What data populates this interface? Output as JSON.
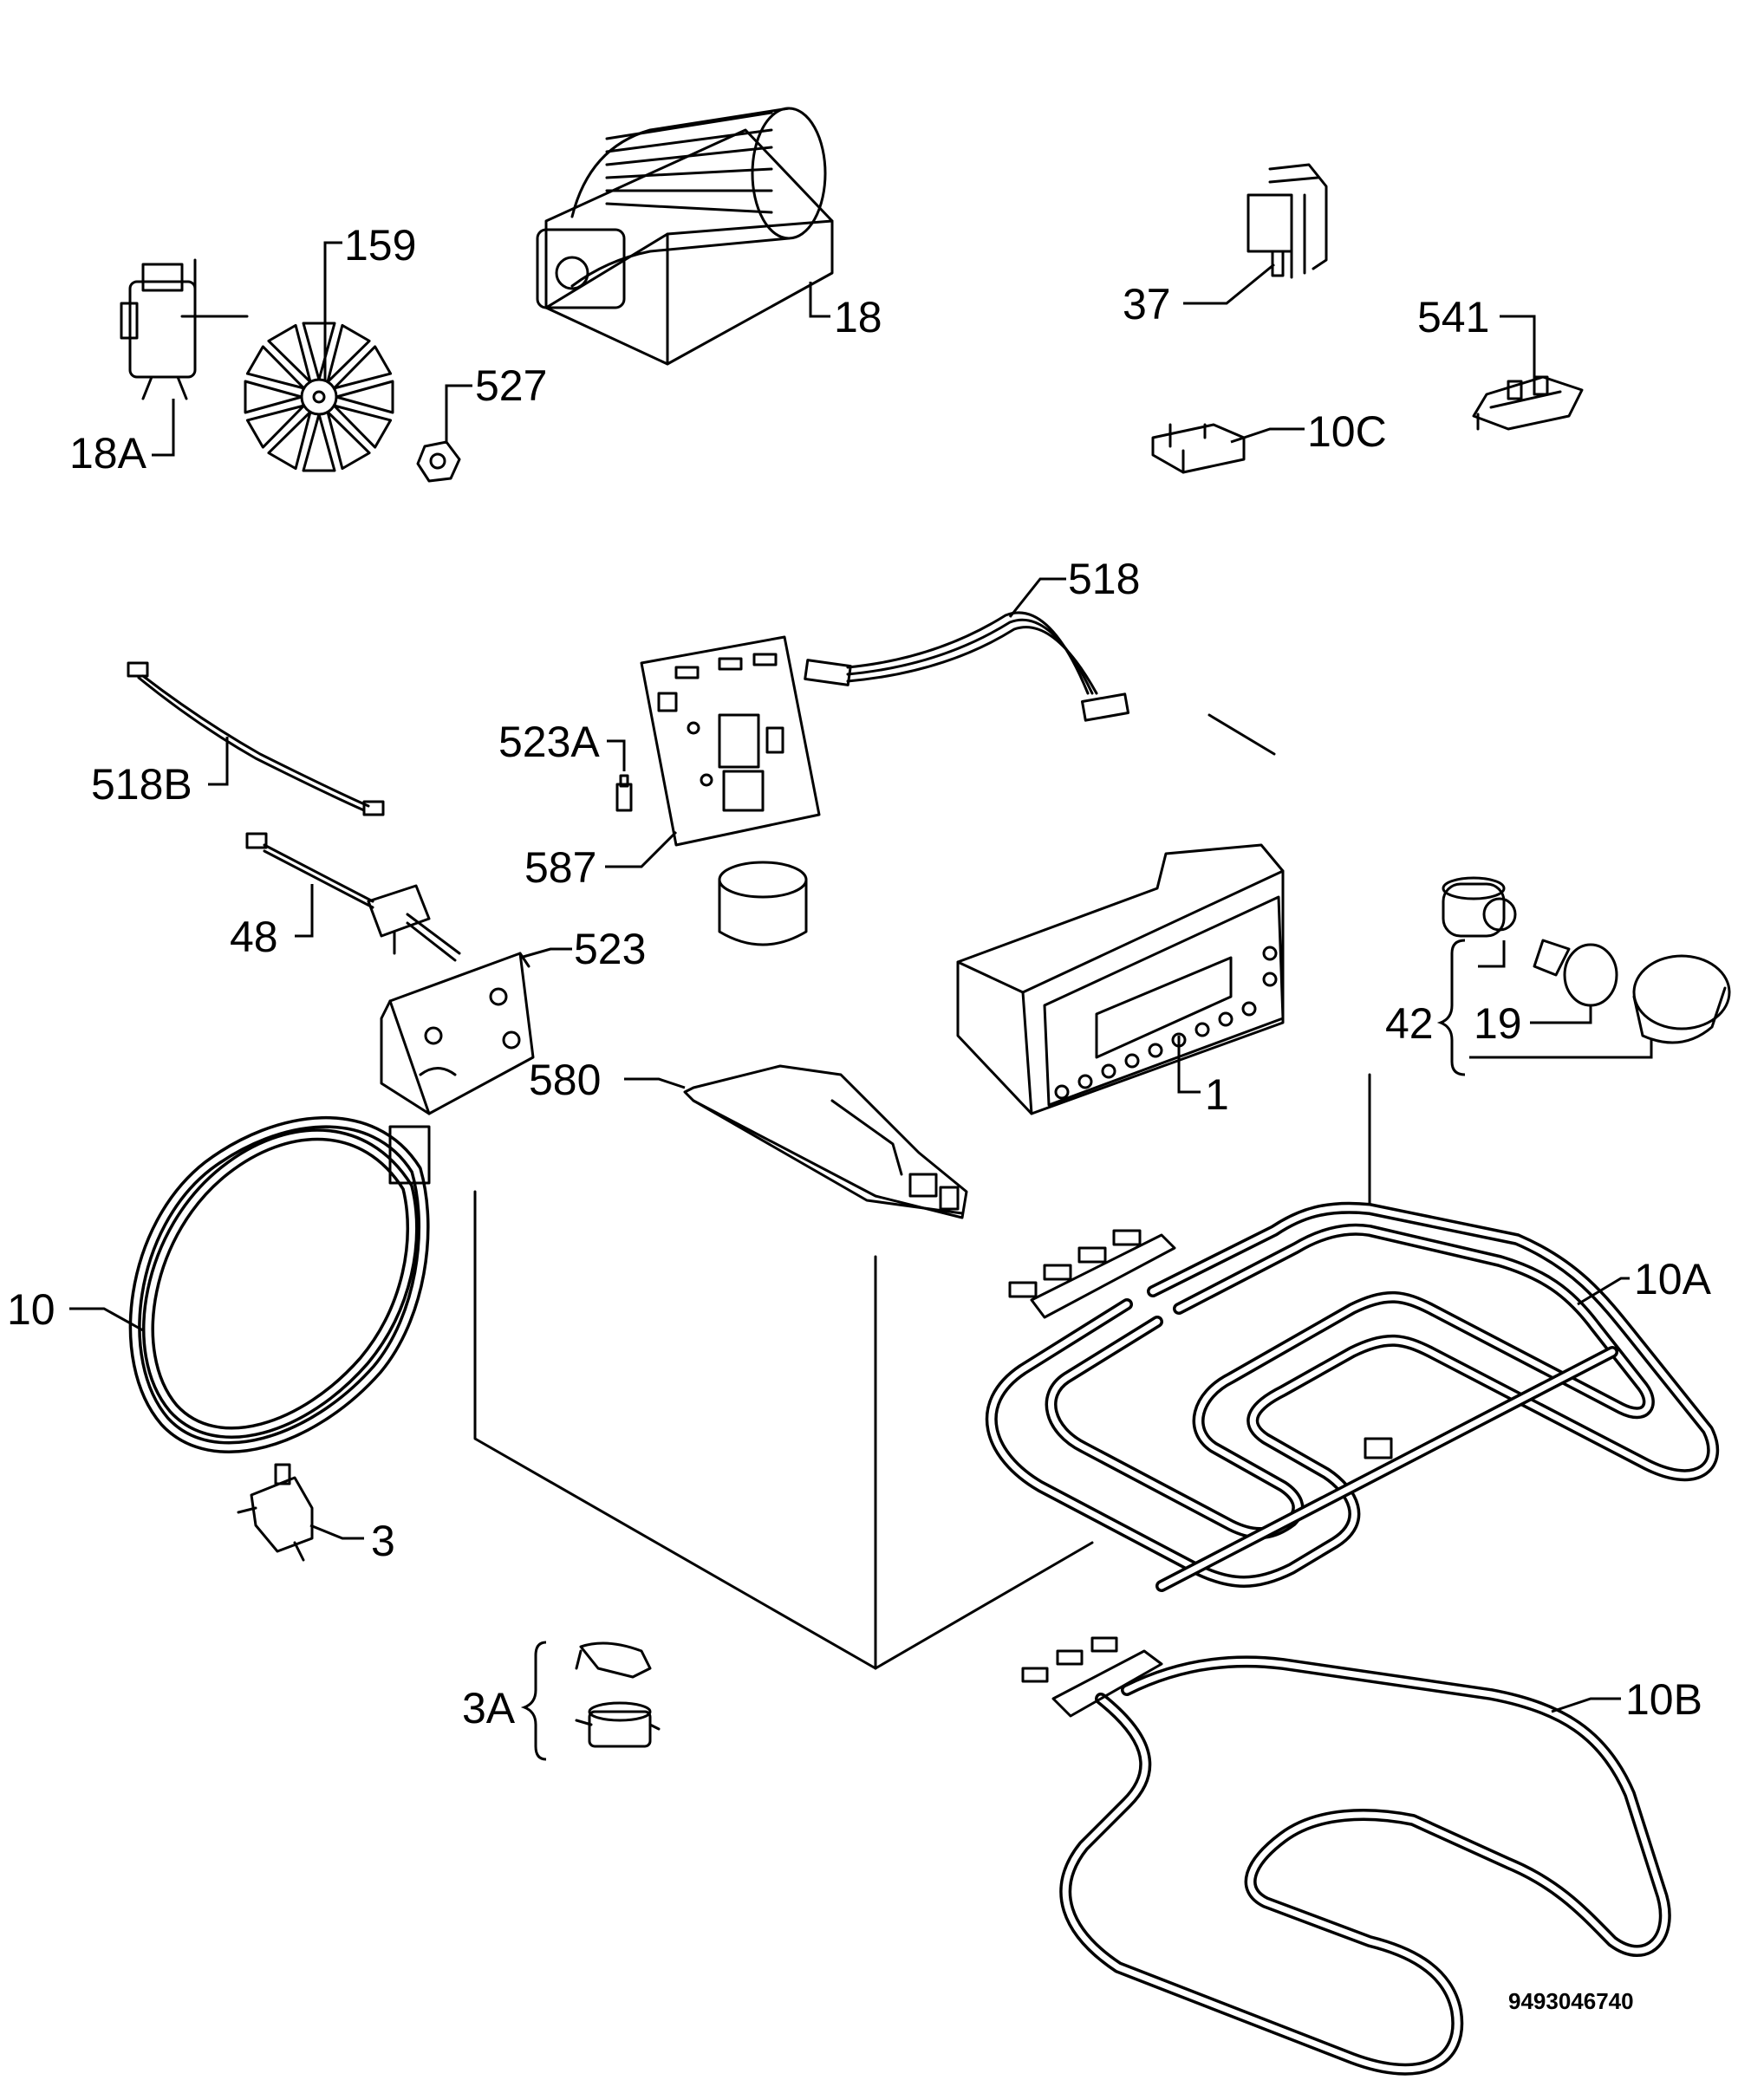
{
  "callouts": {
    "c18a": "18A",
    "c159": "159",
    "c18": "18",
    "c527": "527",
    "c37": "37",
    "c541": "541",
    "c10c": "10C",
    "c518": "518",
    "c523a": "523A",
    "c518b": "518B",
    "c587": "587",
    "c48": "48",
    "c523": "523",
    "c580": "580",
    "c1": "1",
    "c42": "42",
    "c19": "19",
    "c10": "10",
    "c10a": "10A",
    "c3": "3",
    "c3a": "3A",
    "c10b": "10B"
  },
  "reference_code": "9493046740"
}
